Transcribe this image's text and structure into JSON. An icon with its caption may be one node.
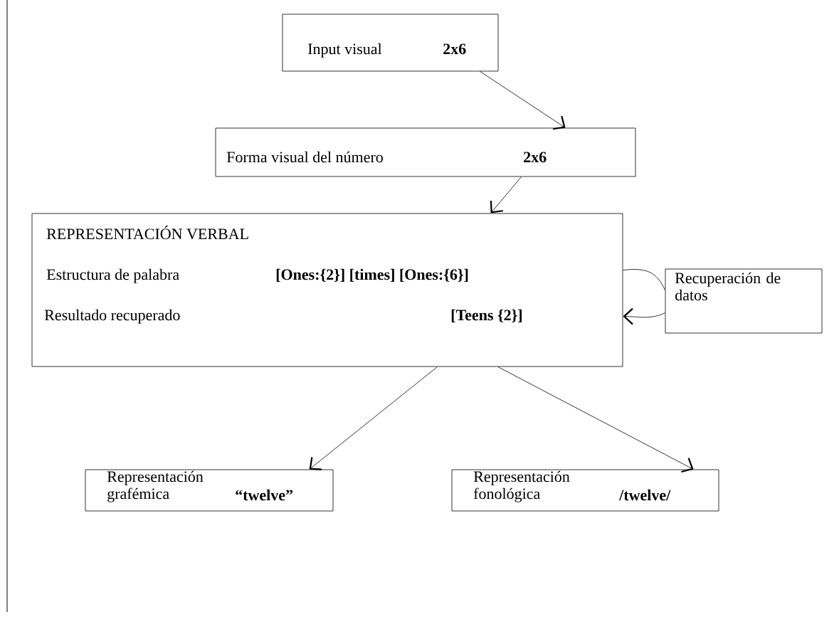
{
  "diagram": {
    "nodes": [
      {
        "text": [
          "Input visual",
          "2x6"
        ]
      },
      {
        "text": [
          "Forma visual del número",
          "2x6"
        ]
      },
      {
        "text": [
          "REPRESENTACIÓN VERBAL",
          "Estructura de palabra",
          "[Ones:{2}] [times] [Ones:{6}]",
          "Resultado recuperado",
          "[Teens {2}]"
        ]
      },
      {
        "text": [
          "Recuperación de datos"
        ]
      },
      {
        "text": [
          "Representación grafémica",
          "“twelve”"
        ]
      },
      {
        "text": [
          "Representación fonológica",
          "/twelve/"
        ]
      }
    ],
    "edges": [
      {
        "from": 0,
        "to": 1,
        "arrow": "to"
      },
      {
        "from": 1,
        "to": 2,
        "arrow": "to"
      },
      {
        "from": 2,
        "to": 3,
        "arrow": "none"
      },
      {
        "from": 3,
        "to": 2,
        "arrow": "to"
      },
      {
        "from": 2,
        "to": 4,
        "arrow": "to"
      },
      {
        "from": 2,
        "to": 5,
        "arrow": "to"
      }
    ]
  }
}
